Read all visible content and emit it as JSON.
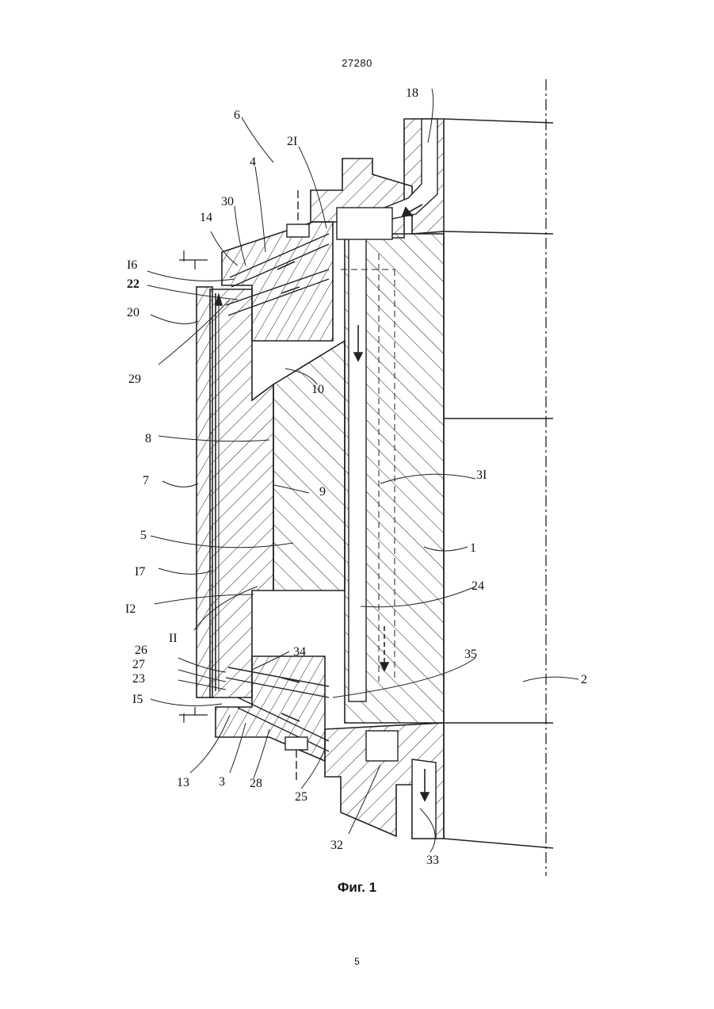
{
  "header": {
    "doc_number": "27280"
  },
  "figure": {
    "caption": "Фиг. 1",
    "labels": {
      "l18": "18",
      "l6": "6",
      "l21": "2I",
      "l4": "4",
      "l30": "30",
      "l14": "14",
      "l16": "I6",
      "l22": "22",
      "l20": "20",
      "l29": "29",
      "l10": "10",
      "l8": "8",
      "l7": "7",
      "l9": "9",
      "l31": "3I",
      "l5": "5",
      "l1": "1",
      "l17": "I7",
      "l12": "I2",
      "l24": "24",
      "l11": "II",
      "l26": "26",
      "l27": "27",
      "l23": "23",
      "l34": "34",
      "l35": "35",
      "l2": "2",
      "l15": "I5",
      "l13": "13",
      "l3": "3",
      "l28": "28",
      "l25": "25",
      "l32": "32",
      "l33": "33"
    }
  },
  "footer": {
    "page_number": "5"
  }
}
